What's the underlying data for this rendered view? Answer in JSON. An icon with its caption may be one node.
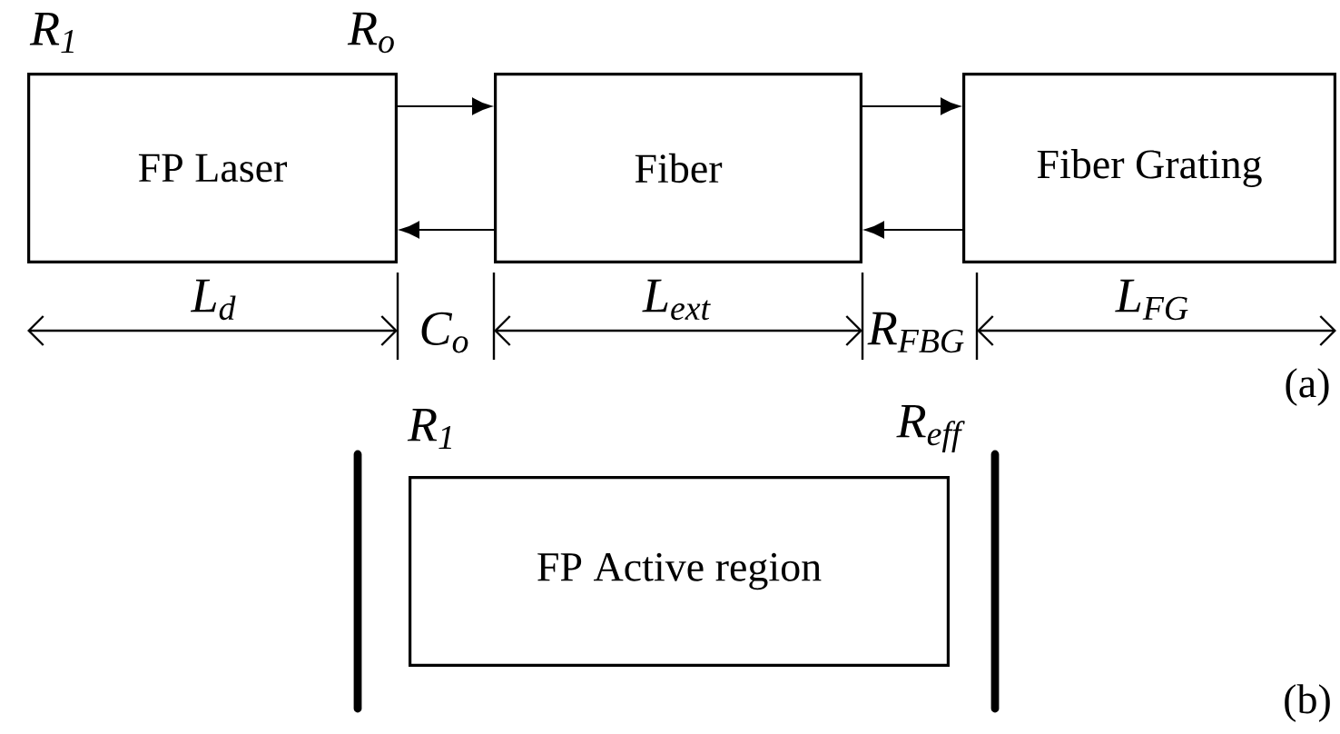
{
  "diagram": {
    "nodes": [
      {
        "text": [
          "FP Laser"
        ]
      },
      {
        "text": [
          "Fiber"
        ]
      },
      {
        "text": [
          "Fiber Grating"
        ]
      },
      {
        "text": [
          "FP Active region"
        ]
      }
    ],
    "edges": [
      {
        "from": 0,
        "to": 1,
        "arrow": "to"
      },
      {
        "from": 1,
        "to": 0,
        "arrow": "to"
      },
      {
        "from": 1,
        "to": 2,
        "arrow": "to"
      },
      {
        "from": 2,
        "to": 1,
        "arrow": "to"
      }
    ],
    "labels": [
      "R$_{1}$",
      "R$_{o}$",
      "L$_{d}$",
      "C$_{o}$",
      "L$_{ext}$",
      "R$_{FBG}$",
      "L$_{FG}$",
      "(a)",
      "R$_{1}$",
      "R$_{eff}$",
      "(b)"
    ]
  }
}
